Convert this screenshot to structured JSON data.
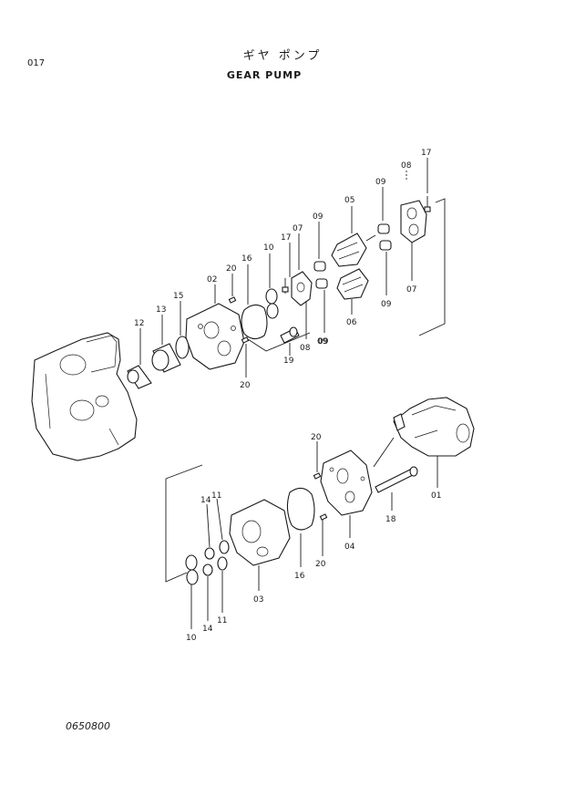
{
  "header": {
    "page_number": "017",
    "title_jp": "ギヤ ポンプ",
    "title_en": "GEAR PUMP"
  },
  "footer": {
    "code": "0650800"
  },
  "callouts": [
    "17",
    "08",
    "09",
    "05",
    "09",
    "07",
    "17",
    "10",
    "16",
    "20",
    "02",
    "15",
    "13",
    "12",
    "09",
    "07",
    "06",
    "09",
    "08",
    "09",
    "19",
    "20",
    "20",
    "01",
    "18",
    "20",
    "04",
    "16",
    "11",
    "14",
    "03",
    "10",
    "14",
    "11"
  ]
}
